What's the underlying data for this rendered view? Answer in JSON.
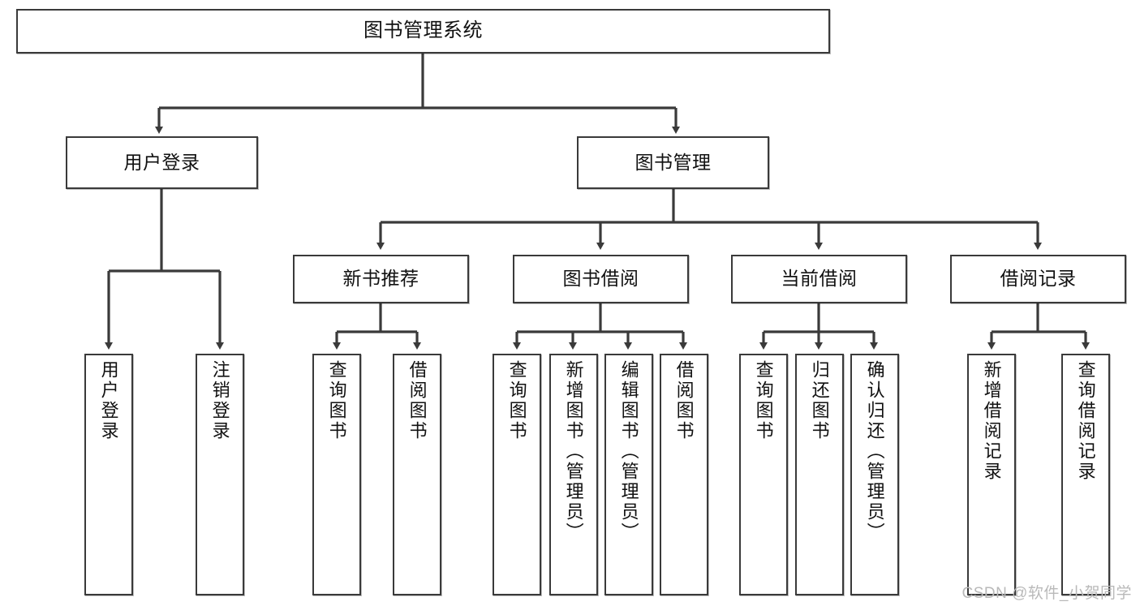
{
  "diagram": {
    "title": "图书管理系统",
    "watermark": "CSDN @软件_小贺同学",
    "levels": {
      "root": "图书管理系统",
      "level2": [
        "用户登录",
        "图书管理"
      ],
      "level3": [
        "新书推荐",
        "图书借阅",
        "当前借阅",
        "借阅记录"
      ]
    },
    "nodes": {
      "root": {
        "label": "图书管理系统"
      },
      "user_login": {
        "label": "用户登录"
      },
      "book_manage": {
        "label": "图书管理"
      },
      "new_book_rec": {
        "label": "新书推荐"
      },
      "book_borrow": {
        "label": "图书借阅"
      },
      "current_borrow": {
        "label": "当前借阅"
      },
      "borrow_record": {
        "label": "借阅记录"
      },
      "leaf_user_login": {
        "label": "用户登录"
      },
      "leaf_logout": {
        "label": "注销登录"
      },
      "leaf_query_book_a": {
        "label": "查询图书"
      },
      "leaf_borrow_book_a": {
        "label": "借阅图书"
      },
      "leaf_query_book_b": {
        "label": "查询图书"
      },
      "leaf_add_book_admin": {
        "label": "新增图书（管理员）"
      },
      "leaf_edit_book_admin": {
        "label": "编辑图书（管理员）"
      },
      "leaf_borrow_book_b": {
        "label": "借阅图书"
      },
      "leaf_query_book_c": {
        "label": "查询图书"
      },
      "leaf_return_book": {
        "label": "归还图书"
      },
      "leaf_confirm_return_admin": {
        "label": "确认归还（管理员）"
      },
      "leaf_add_record": {
        "label": "新增借阅记录"
      },
      "leaf_query_record": {
        "label": "查询借阅记录"
      }
    },
    "edges": [
      {
        "from": "root",
        "to": "user_login"
      },
      {
        "from": "root",
        "to": "book_manage"
      },
      {
        "from": "user_login",
        "to": "leaf_user_login"
      },
      {
        "from": "user_login",
        "to": "leaf_logout"
      },
      {
        "from": "book_manage",
        "to": "new_book_rec"
      },
      {
        "from": "book_manage",
        "to": "book_borrow"
      },
      {
        "from": "book_manage",
        "to": "current_borrow"
      },
      {
        "from": "book_manage",
        "to": "borrow_record"
      },
      {
        "from": "new_book_rec",
        "to": "leaf_query_book_a"
      },
      {
        "from": "new_book_rec",
        "to": "leaf_borrow_book_a"
      },
      {
        "from": "book_borrow",
        "to": "leaf_query_book_b"
      },
      {
        "from": "book_borrow",
        "to": "leaf_add_book_admin"
      },
      {
        "from": "book_borrow",
        "to": "leaf_edit_book_admin"
      },
      {
        "from": "book_borrow",
        "to": "leaf_borrow_book_b"
      },
      {
        "from": "current_borrow",
        "to": "leaf_query_book_c"
      },
      {
        "from": "current_borrow",
        "to": "leaf_return_book"
      },
      {
        "from": "current_borrow",
        "to": "leaf_confirm_return_admin"
      },
      {
        "from": "borrow_record",
        "to": "leaf_add_record"
      },
      {
        "from": "borrow_record",
        "to": "leaf_query_record"
      }
    ],
    "colors": {
      "border": "#3a3a3a",
      "fill": "#ffffff",
      "text": "#111111",
      "watermark": "#b9b9b9"
    }
  }
}
